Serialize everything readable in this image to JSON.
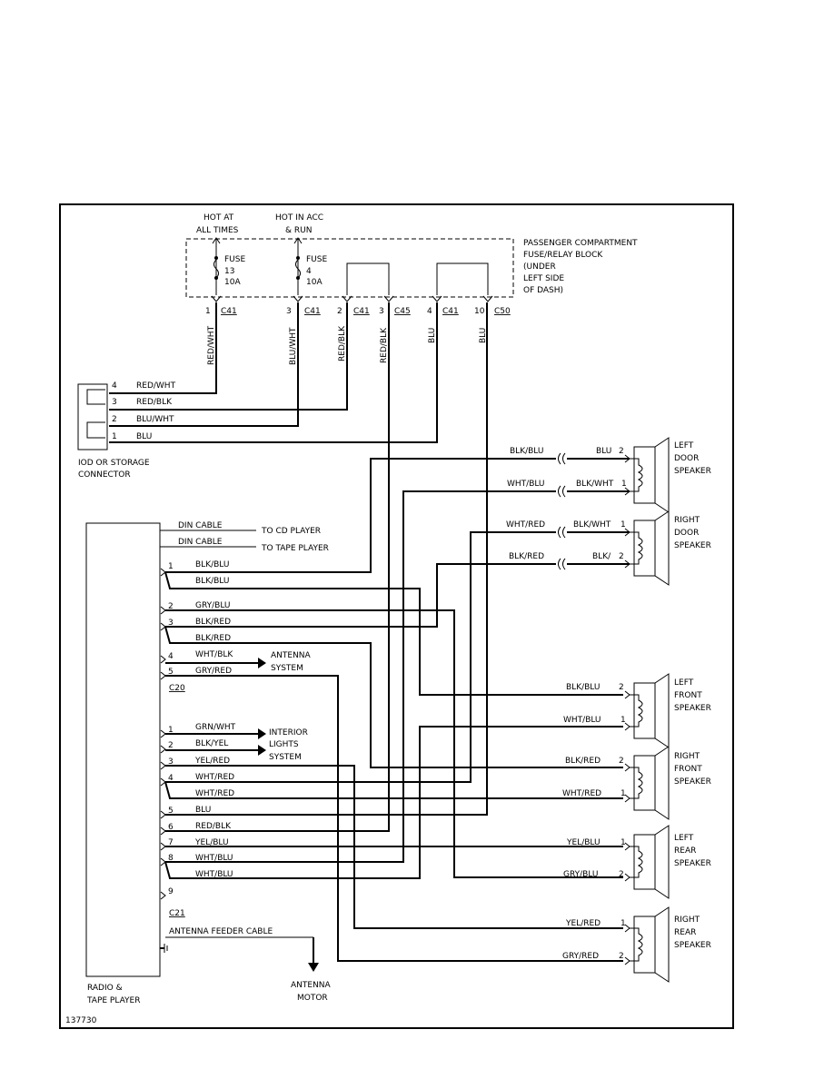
{
  "source": {
    "hot_at_all_times": [
      "HOT AT",
      "ALL TIMES"
    ],
    "hot_in_acc_run": [
      "HOT IN ACC",
      "& RUN"
    ],
    "fuse13": [
      "FUSE",
      "13",
      "10A"
    ],
    "fuse4": [
      "FUSE",
      "4",
      "10A"
    ],
    "fuse_block": [
      "PASSENGER COMPARTMENT",
      "FUSE/RELAY BLOCK",
      "(UNDER",
      "LEFT SIDE",
      "OF DASH)"
    ]
  },
  "block_pins": [
    {
      "pin": "1",
      "conn": "C41",
      "wire": "RED/WHT"
    },
    {
      "pin": "3",
      "conn": "C41",
      "wire": "BLU/WHT"
    },
    {
      "pin": "2",
      "conn": "C41",
      "wire": "RED/BLK"
    },
    {
      "pin": "3",
      "conn": "C45",
      "wire": "RED/BLK"
    },
    {
      "pin": "4",
      "conn": "C41",
      "wire": "BLU"
    },
    {
      "pin": "10",
      "conn": "C50",
      "wire": "BLU"
    }
  ],
  "iod": {
    "label": [
      "IOD OR STORAGE",
      "CONNECTOR"
    ],
    "pins": [
      {
        "pin": "4",
        "wire": "RED/WHT"
      },
      {
        "pin": "3",
        "wire": "RED/BLK"
      },
      {
        "pin": "2",
        "wire": "BLU/WHT"
      },
      {
        "pin": "1",
        "wire": "BLU"
      }
    ]
  },
  "radio": {
    "label": [
      "RADIO &",
      "TAPE PLAYER"
    ],
    "din": [
      {
        "cable": "DIN CABLE",
        "to": "TO CD PLAYER"
      },
      {
        "cable": "DIN CABLE",
        "to": "TO TAPE PLAYER"
      }
    ],
    "c20": "C20",
    "c20_pins": [
      {
        "pin": "1",
        "wire": "BLK/BLU"
      },
      {
        "pin": "",
        "wire": "BLK/BLU"
      },
      {
        "pin": "2",
        "wire": "GRY/BLU"
      },
      {
        "pin": "3",
        "wire": "BLK/RED"
      },
      {
        "pin": "",
        "wire": "BLK/RED"
      },
      {
        "pin": "4",
        "wire": "WHT/BLK"
      },
      {
        "pin": "5",
        "wire": "GRY/RED"
      }
    ],
    "antenna_system": [
      "ANTENNA",
      "SYSTEM"
    ],
    "c21": "C21",
    "c21_pins": [
      {
        "pin": "1",
        "wire": "GRN/WHT"
      },
      {
        "pin": "2",
        "wire": "BLK/YEL"
      },
      {
        "pin": "3",
        "wire": "YEL/RED"
      },
      {
        "pin": "4",
        "wire": "WHT/RED"
      },
      {
        "pin": "",
        "wire": "WHT/RED"
      },
      {
        "pin": "5",
        "wire": "BLU"
      },
      {
        "pin": "6",
        "wire": "RED/BLK"
      },
      {
        "pin": "7",
        "wire": "YEL/BLU"
      },
      {
        "pin": "8",
        "wire": "WHT/BLU"
      },
      {
        "pin": "",
        "wire": "WHT/BLU"
      },
      {
        "pin": "9",
        "wire": ""
      }
    ],
    "interior": [
      "INTERIOR",
      "LIGHTS",
      "SYSTEM"
    ],
    "feeder": "ANTENNA FEEDER CABLE"
  },
  "antenna_motor": [
    "ANTENNA",
    "MOTOR"
  ],
  "door_speakers": [
    {
      "name": [
        "LEFT",
        "DOOR",
        "SPEAKER"
      ],
      "pins": [
        {
          "w_out": "BLK/BLU",
          "w_in": "BLU",
          "pin": "2"
        },
        {
          "w_out": "WHT/BLU",
          "w_in": "BLK/WHT",
          "pin": "1"
        }
      ]
    },
    {
      "name": [
        "RIGHT",
        "DOOR",
        "SPEAKER"
      ],
      "pins": [
        {
          "w_out": "WHT/RED",
          "w_in": "BLK/WHT",
          "pin": "1"
        },
        {
          "w_out": "BLK/RED",
          "w_in": "BLK/",
          "pin": "2"
        }
      ]
    }
  ],
  "speakers": [
    {
      "name": [
        "LEFT",
        "FRONT",
        "SPEAKER"
      ],
      "pins": [
        {
          "wire": "BLK/BLU",
          "pin": "2"
        },
        {
          "wire": "WHT/BLU",
          "pin": "1"
        }
      ]
    },
    {
      "name": [
        "RIGHT",
        "FRONT",
        "SPEAKER"
      ],
      "pins": [
        {
          "wire": "BLK/RED",
          "pin": "2"
        },
        {
          "wire": "WHT/RED",
          "pin": "1"
        }
      ]
    },
    {
      "name": [
        "LEFT",
        "REAR",
        "SPEAKER"
      ],
      "pins": [
        {
          "wire": "YEL/BLU",
          "pin": "1"
        },
        {
          "wire": "GRY/BLU",
          "pin": "2"
        }
      ]
    },
    {
      "name": [
        "RIGHT",
        "REAR",
        "SPEAKER"
      ],
      "pins": [
        {
          "wire": "YEL/RED",
          "pin": "1"
        },
        {
          "wire": "GRY/RED",
          "pin": "2"
        }
      ]
    }
  ],
  "figure_id": "137730"
}
